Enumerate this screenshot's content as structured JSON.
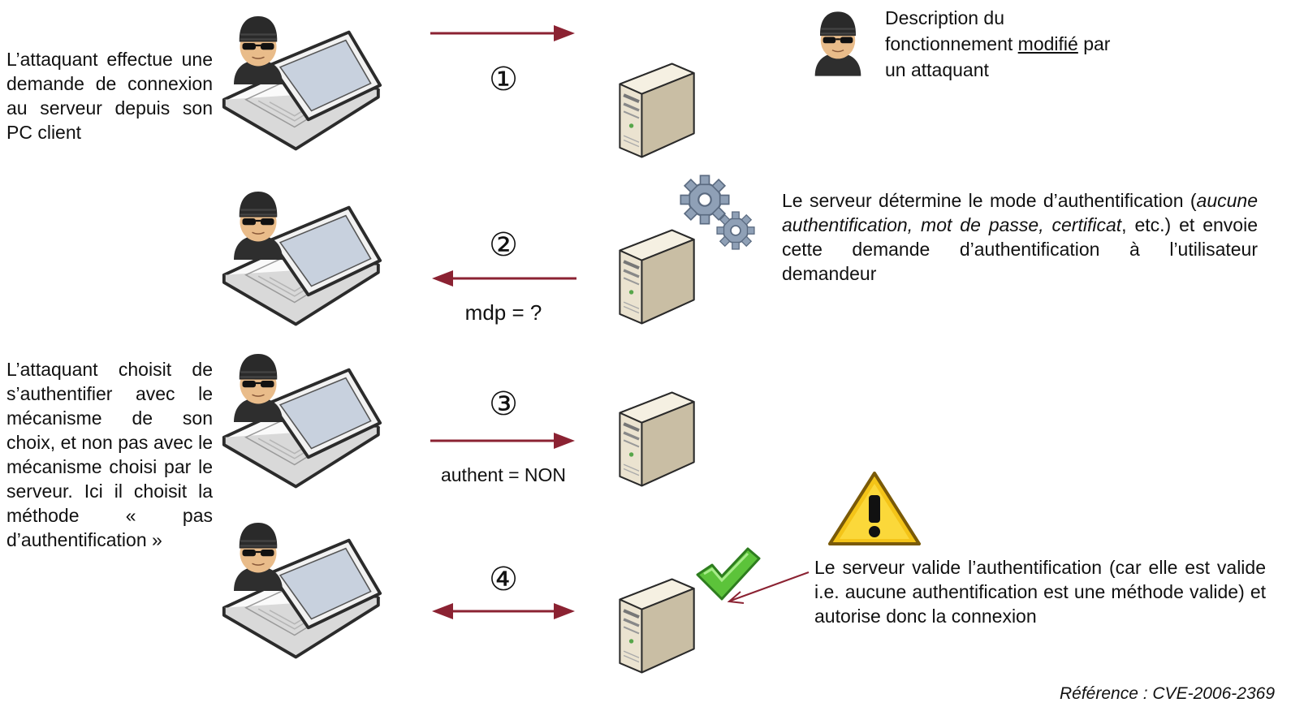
{
  "legend": {
    "line1": "Description du",
    "line2_pre": "fonctionnement ",
    "line2_u": "modifié",
    "line2_post": " par",
    "line3": "un attaquant"
  },
  "step1": {
    "number": "①",
    "attacker_text": "L’attaquant effectue une demande de connexion au serveur depuis son PC client"
  },
  "step2": {
    "number": "②",
    "message": "mdp = ?",
    "server_text": {
      "p1": "Le serveur détermine le mode d’authentification (",
      "italic": "aucune authentification, mot de passe, certificat",
      "p2": ", etc.) et envoie cette demande d’authentification à l’utilisateur demandeur"
    }
  },
  "step3": {
    "number": "③",
    "message": "authent = NON",
    "attacker_text": "L’attaquant choisit de s’authentifier avec le mécanisme de son choix, et non pas avec le mécanisme choisi par le serveur. Ici il choisit la méthode « pas d’authentification »"
  },
  "step4": {
    "number": "④",
    "server_text": "Le serveur valide l’authentification (car elle est valide i.e. aucune authentification est une méthode valide) et autorise donc la connexion"
  },
  "reference": "Référence : CVE-2006-2369",
  "colors": {
    "arrow": "#8b2232",
    "text": "#111111"
  }
}
